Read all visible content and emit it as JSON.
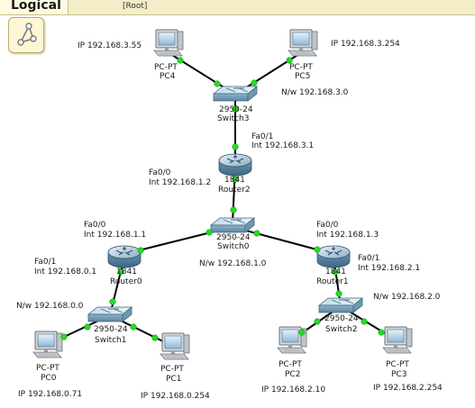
{
  "workspace": {
    "mode_label": "Logical",
    "root_label": "[Root]"
  },
  "colors": {
    "link": "#000000",
    "link_status": "#22dd22",
    "pc_screen": "#b9d6ec",
    "router_body": "#5c8aa8",
    "switch_body": "#8fb6cc"
  },
  "devices": {
    "pc4": {
      "model": "PC-PT",
      "name": "PC4",
      "ip": "IP 192.168.3.55"
    },
    "pc5": {
      "model": "PC-PT",
      "name": "PC5",
      "ip": "IP 192.168.3.254"
    },
    "switch3": {
      "model": "2950-24",
      "name": "Switch3",
      "network": "N/w 192.168.3.0"
    },
    "router2": {
      "model": "1841",
      "name": "Router2",
      "fa01_port": "Fa0/1",
      "fa01_int": "Int 192.168.3.1",
      "fa00_port": "Fa0/0",
      "fa00_int": "Int 192.168.1.2"
    },
    "switch0": {
      "model": "2950-24",
      "name": "Switch0",
      "network": "N/w 192.168.1.0"
    },
    "router0": {
      "model": "1841",
      "name": "Router0",
      "fa00_port": "Fa0/0",
      "fa00_int": "Int 192.168.1.1",
      "fa01_port": "Fa0/1",
      "fa01_int": "Int 192.168.0.1"
    },
    "router1": {
      "model": "1841",
      "name": "Router1",
      "fa00_port": "Fa0/0",
      "fa00_int": "Int 192.168.1.3",
      "fa01_port": "Fa0/1",
      "fa01_int": "Int 192.168.2.1"
    },
    "switch1": {
      "model": "2950-24",
      "name": "Switch1",
      "network": "N/w 192.168.0.0"
    },
    "switch2": {
      "model": "2950-24",
      "name": "Switch2",
      "network": "N/w 192.168.2.0"
    },
    "pc0": {
      "model": "PC-PT",
      "name": "PC0",
      "ip": "IP 192.168.0.71"
    },
    "pc1": {
      "model": "PC-PT",
      "name": "PC1",
      "ip": "IP 192.168.0.254"
    },
    "pc2": {
      "model": "PC-PT",
      "name": "PC2",
      "ip": "IP 192.168.2.10"
    },
    "pc3": {
      "model": "PC-PT",
      "name": "PC3",
      "ip": "IP 192.168.2.254"
    }
  }
}
